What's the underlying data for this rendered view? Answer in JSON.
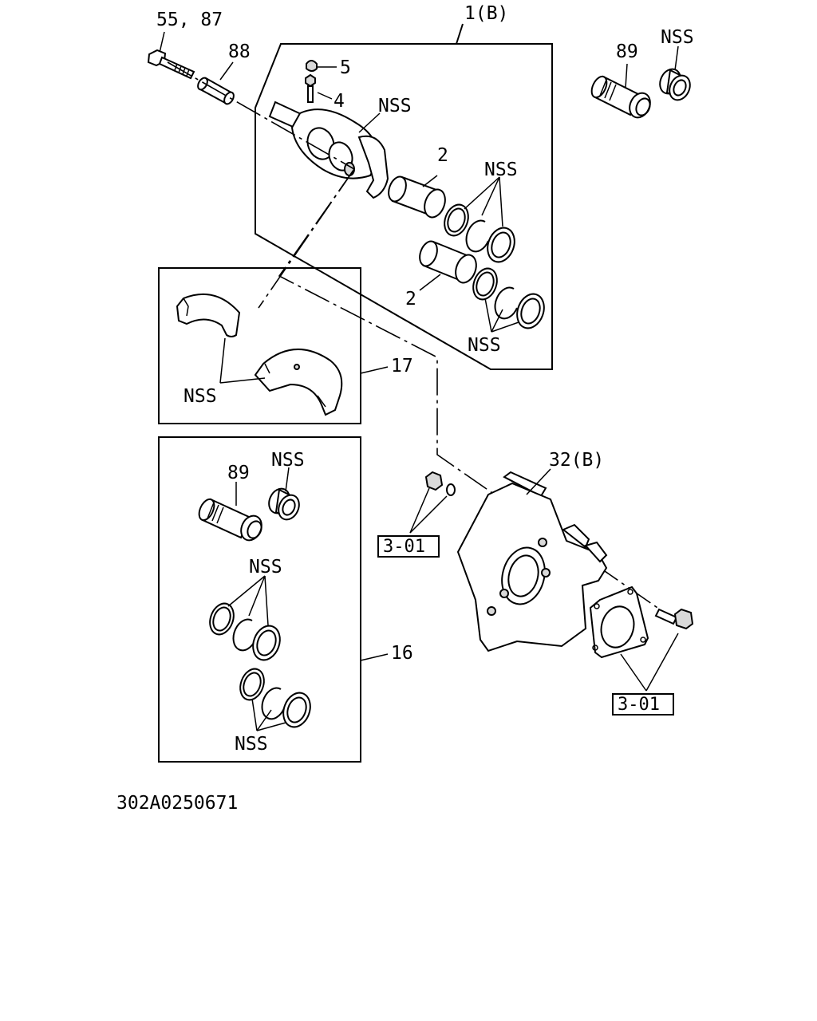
{
  "labels": {
    "caliper_assembly": "1(B)",
    "bolt": "55, 87",
    "sleeve": "88",
    "bleeder_cap": "5",
    "bleeder_screw": "4",
    "caliper_body_nss": "NSS",
    "piston_upper": "2",
    "seals_upper_nss": "NSS",
    "piston_lower": "2",
    "seals_lower_nss": "NSS",
    "boot_top_right": "89",
    "boot_top_right_nss": "NSS",
    "pad_kit": "17",
    "pad_kit_nss": "NSS",
    "seal_kit": "16",
    "seal_kit_boot": "89",
    "seal_kit_boot_nss": "NSS",
    "seal_kit_upper_nss": "NSS",
    "seal_kit_lower_nss": "NSS",
    "support_bracket": "32(B)",
    "ref_left": "3-01",
    "ref_right": "3-01",
    "drawing_number": "302A0250671"
  }
}
